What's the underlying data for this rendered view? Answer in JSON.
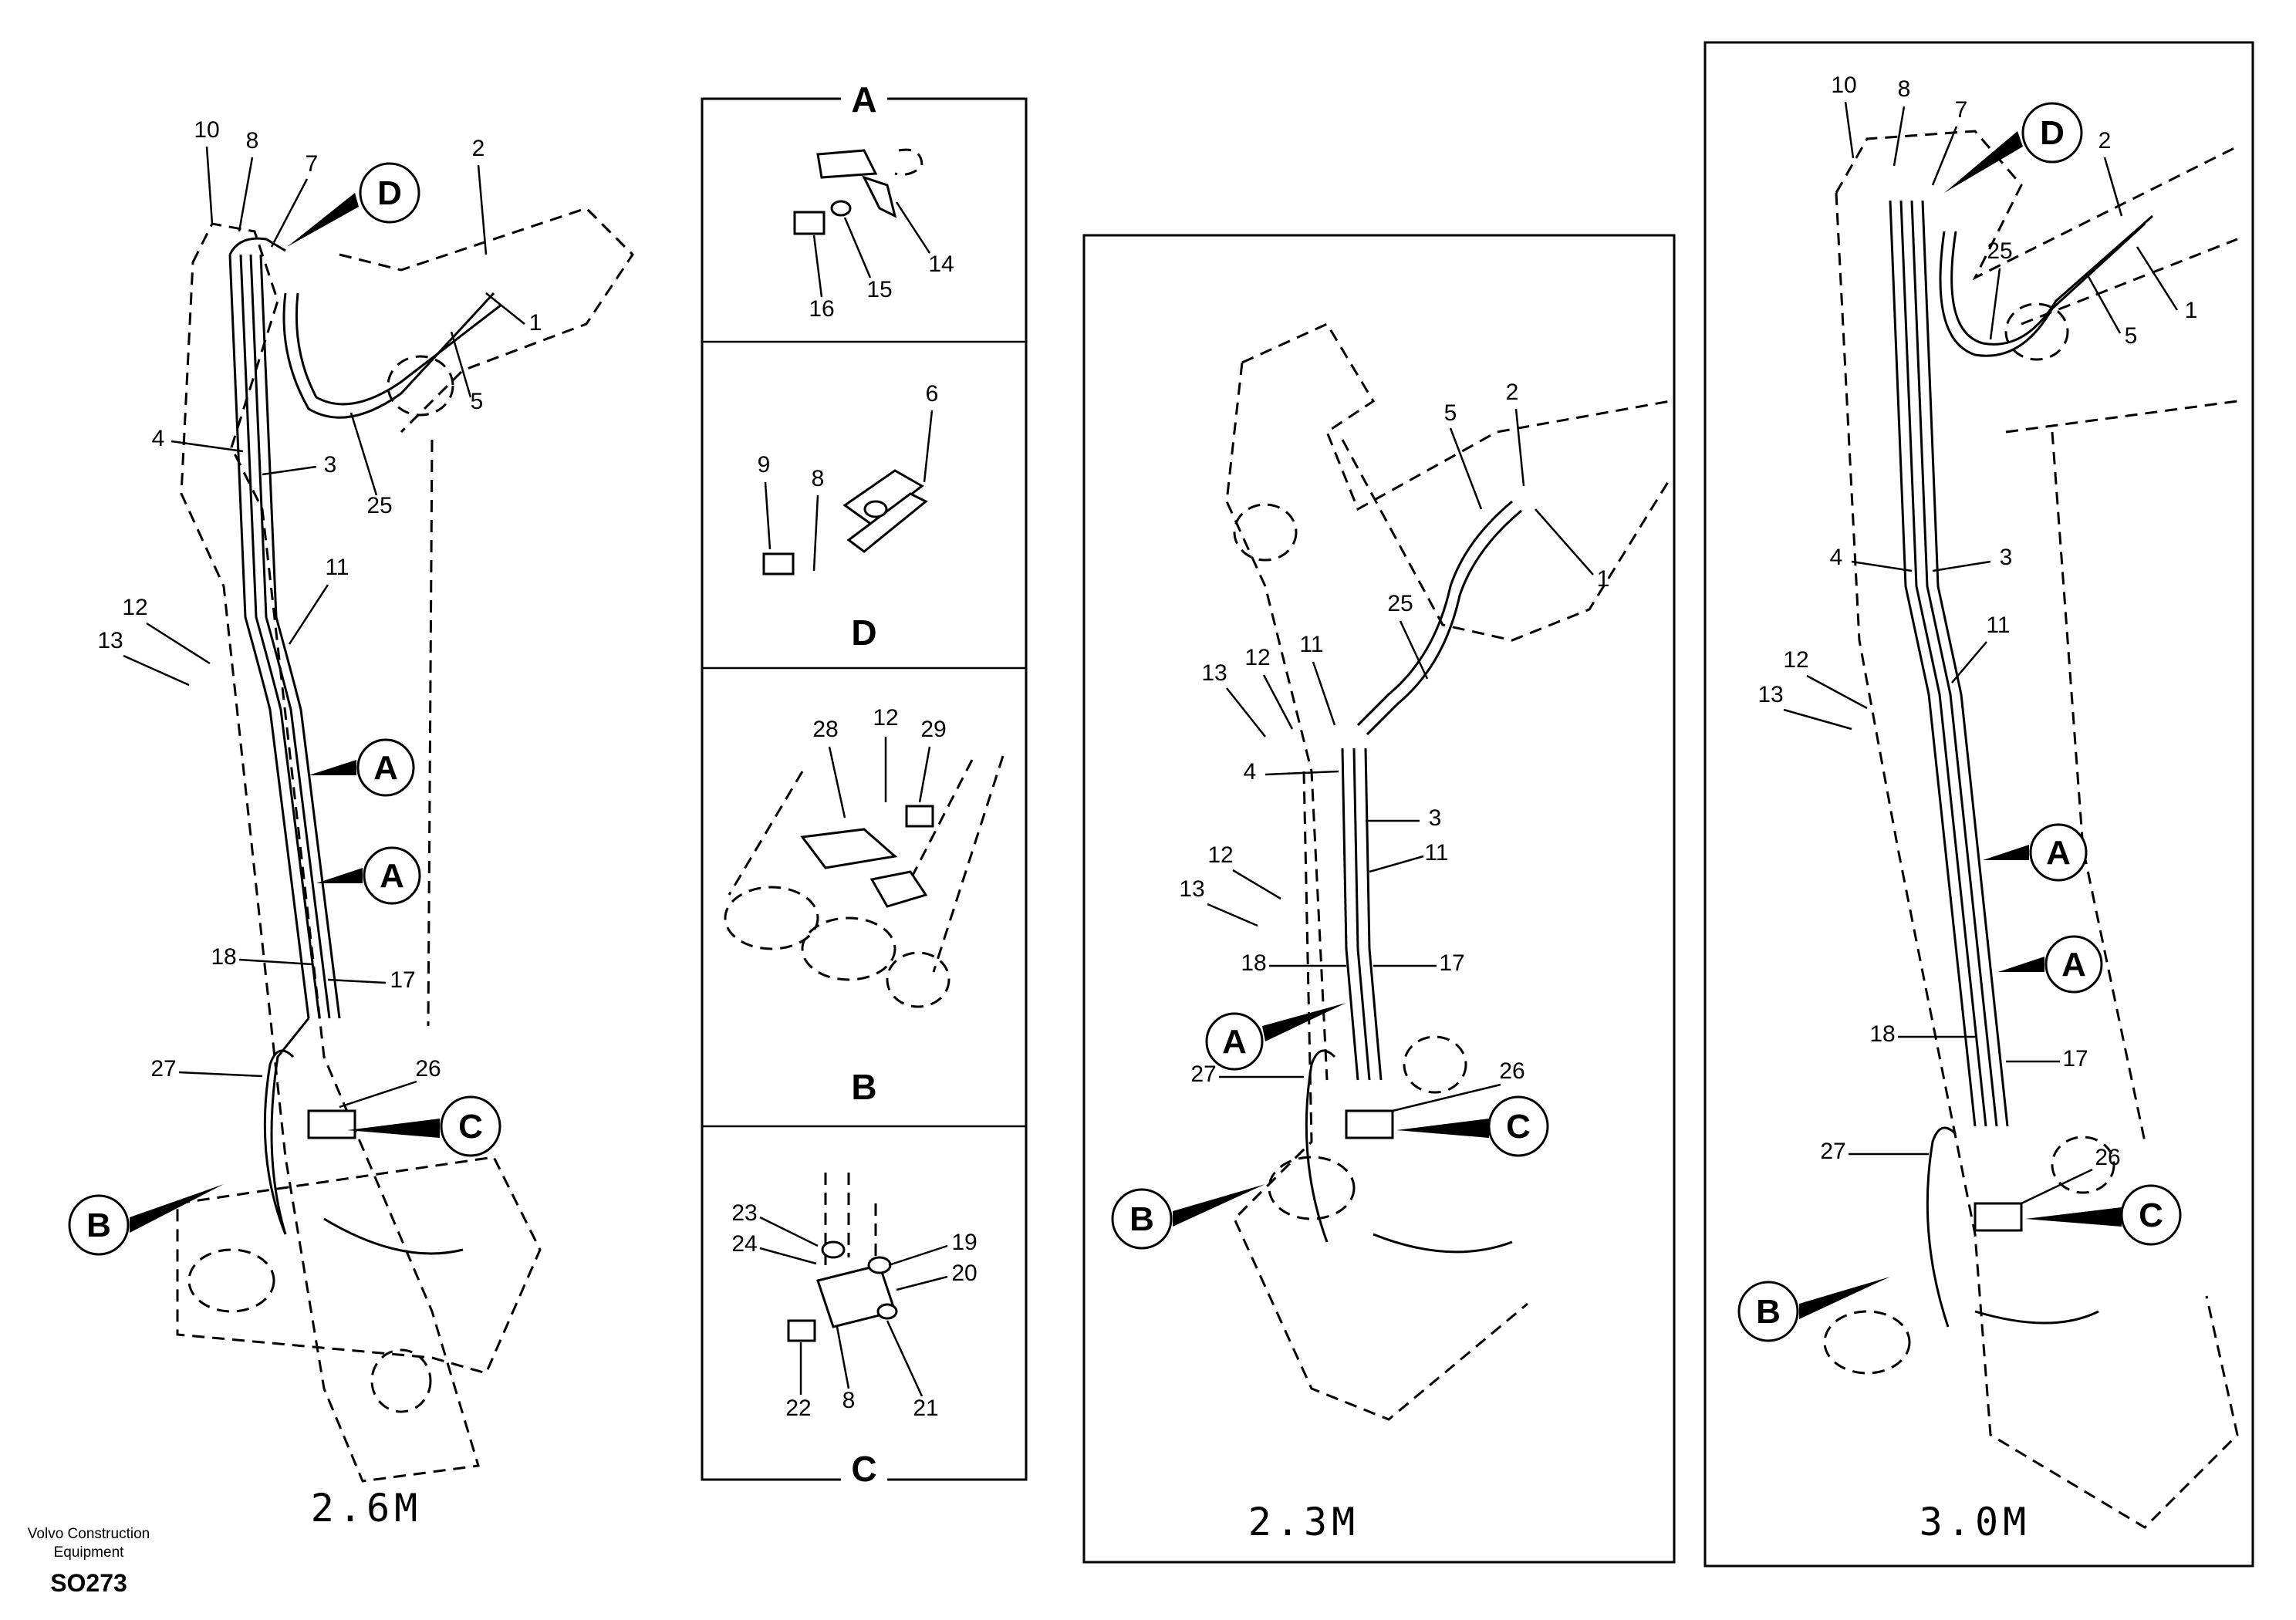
{
  "views": [
    {
      "caption": "2.6M",
      "labels": [
        "10",
        "8",
        "7",
        "2",
        "1",
        "5",
        "25",
        "4",
        "3",
        "11",
        "12",
        "13",
        "18",
        "17",
        "27",
        "26"
      ],
      "callouts": [
        "D",
        "A",
        "A",
        "C",
        "B"
      ]
    },
    {
      "caption": "2.3M",
      "labels": [
        "5",
        "2",
        "1",
        "25",
        "13",
        "12",
        "11",
        "4",
        "3",
        "11",
        "12",
        "13",
        "18",
        "17",
        "27",
        "26"
      ],
      "callouts": [
        "A",
        "C",
        "B"
      ]
    },
    {
      "caption": "3.0M",
      "labels": [
        "10",
        "8",
        "7",
        "2",
        "25",
        "1",
        "5",
        "4",
        "3",
        "11",
        "12",
        "13",
        "18",
        "17",
        "27",
        "26"
      ],
      "callouts": [
        "D",
        "A",
        "A",
        "C",
        "B"
      ]
    }
  ],
  "detail_panels": [
    {
      "title": "A",
      "labels": [
        "14",
        "15",
        "16"
      ]
    },
    {
      "title": "D",
      "labels": [
        "6",
        "9",
        "8"
      ]
    },
    {
      "title": "B",
      "labels": [
        "28",
        "12",
        "29"
      ]
    },
    {
      "title": "C",
      "labels": [
        "23",
        "24",
        "19",
        "20",
        "22",
        "8",
        "21"
      ]
    }
  ],
  "footer": {
    "brand_line1": "Volvo Construction",
    "brand_line2": "Equipment",
    "code": "SO273"
  }
}
